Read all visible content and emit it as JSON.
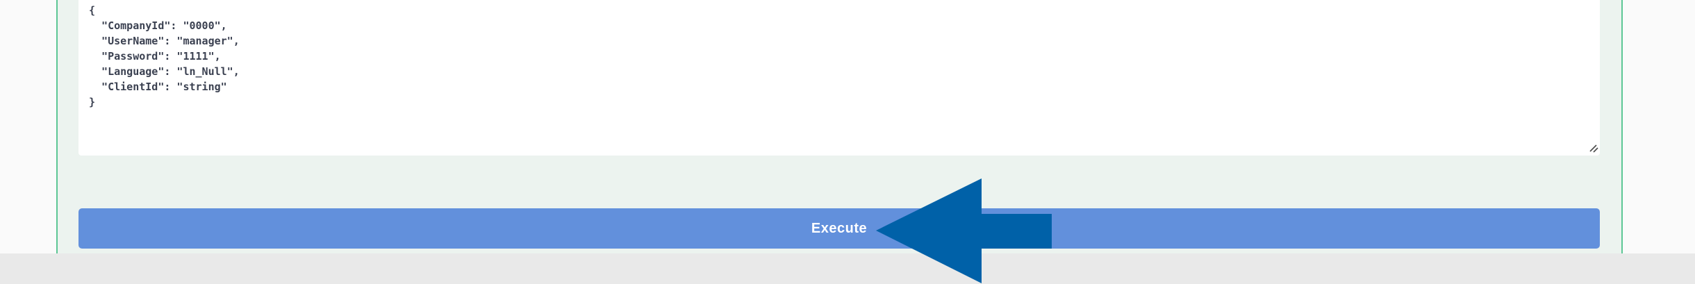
{
  "colors": {
    "page_bg": "#fafafa",
    "opblock_bg": "#ecf3ef",
    "opblock_border": "#5cc694",
    "textarea_bg": "#ffffff",
    "code_text": "#3b4151",
    "button_bg": "#6290dc",
    "button_text": "#ffffff",
    "strip_bg": "#e9e9e9",
    "arrow": "#0061a8",
    "handle": "#4a4a4a"
  },
  "request_body": {
    "value": "{\n  \"CompanyId\": \"0000\",\n  \"UserName\": \"manager\",\n  \"Password\": \"1111\",\n  \"Language\": \"ln_Null\",\n  \"ClientId\": \"string\"\n}",
    "fields": [
      {
        "key": "CompanyId",
        "value": "0000"
      },
      {
        "key": "UserName",
        "value": "manager"
      },
      {
        "key": "Password",
        "value": "1111"
      },
      {
        "key": "Language",
        "value": "ln_Null"
      },
      {
        "key": "ClientId",
        "value": "string"
      }
    ]
  },
  "execute_button": {
    "label": "Execute"
  }
}
